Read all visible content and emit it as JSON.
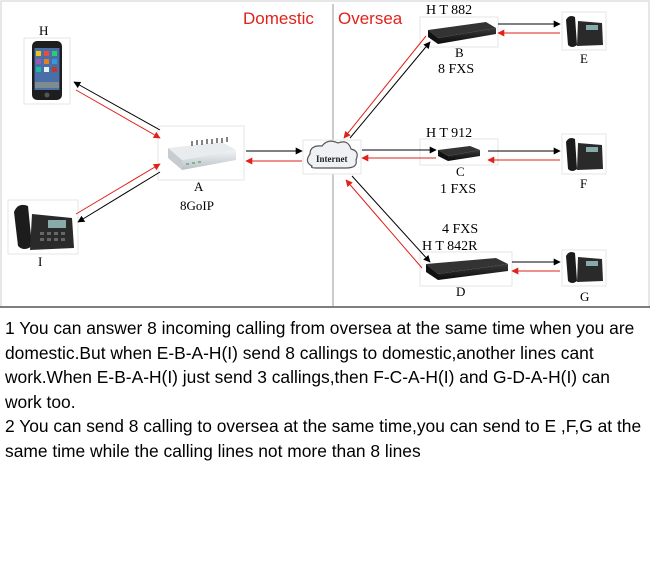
{
  "header": {
    "domestic_label": "Domestic",
    "oversea_label": "Oversea"
  },
  "devices": {
    "gateway": {
      "letter": "A",
      "model": "8GoIP"
    },
    "mobile": {
      "letter": "H"
    },
    "desk_phone": {
      "letter": "I"
    },
    "internet": {
      "label": "Internet"
    },
    "ht882": {
      "model": "H T 882",
      "letter": "B",
      "ports": "8 FXS"
    },
    "ht912": {
      "model": "H T 912",
      "letter": "C",
      "ports": "1 FXS"
    },
    "ht842r": {
      "model": "H T 842R",
      "letter": "D",
      "ports": "4 FXS"
    },
    "phone_e": {
      "letter": "E"
    },
    "phone_f": {
      "letter": "F"
    },
    "phone_g": {
      "letter": "G"
    }
  },
  "description": {
    "paragraph1": "1 You can answer 8 incoming calling from oversea at the same time when you are domestic.But when E-B-A-H(I) send 8 callings to domestic,another lines cant work.When E-B-A-H(I) just send 3 callings,then F-C-A-H(I) and G-D-A-H(I) can work too.",
    "paragraph2": "2 You can send 8 calling to oversea at the same time,you can send to E ,F,G at the same time while the calling lines not more than 8 lines"
  },
  "colors": {
    "red_arrow": "#e0221b",
    "black_arrow": "#000000",
    "title_red": "#e0221b"
  }
}
